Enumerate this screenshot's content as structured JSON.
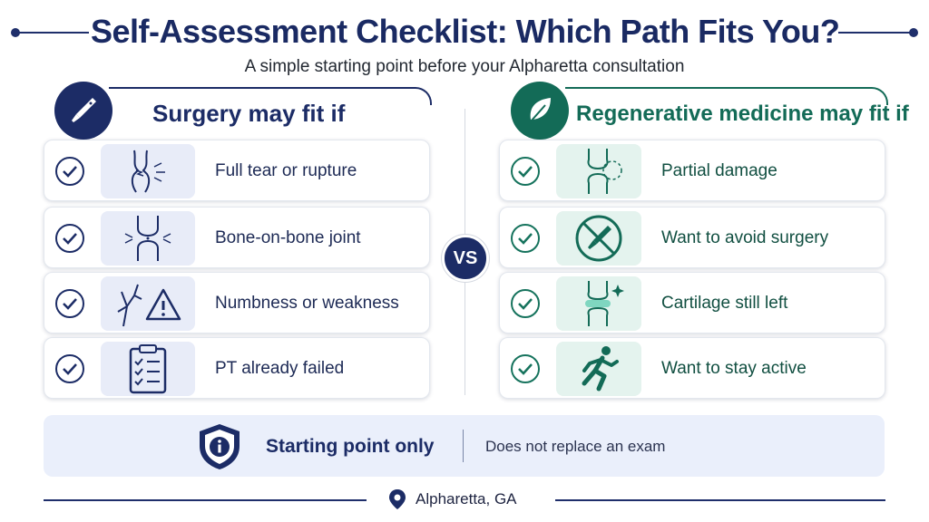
{
  "header": {
    "title": "Self-Assessment Checklist: Which Path Fits You?",
    "subtitle": "A simple starting point before your Alpharetta consultation"
  },
  "left_column": {
    "heading": "Surgery may fit if",
    "icon": "scalpel-icon",
    "items": [
      {
        "label": "Full tear or rupture",
        "icon": "torn-tendon-icon"
      },
      {
        "label": "Bone-on-bone joint",
        "icon": "knee-joint-icon"
      },
      {
        "label": "Numbness or weakness",
        "icon": "nerve-warning-icon"
      },
      {
        "label": "PT already failed",
        "icon": "clipboard-checklist-icon"
      }
    ]
  },
  "right_column": {
    "heading": "Regenerative medicine may fit if",
    "icon": "leaf-icon",
    "items": [
      {
        "label": "Partial damage",
        "icon": "partial-joint-icon"
      },
      {
        "label": "Want to avoid surgery",
        "icon": "no-scalpel-icon"
      },
      {
        "label": "Cartilage still left",
        "icon": "cartilage-joint-icon"
      },
      {
        "label": "Want to stay active",
        "icon": "runner-icon"
      }
    ]
  },
  "versus": {
    "label": "VS"
  },
  "footer": {
    "title": "Starting point only",
    "note": "Does not replace an exam",
    "icon": "info-shield-icon"
  },
  "location": {
    "label": "Alpharetta, GA",
    "icon": "map-pin-icon"
  },
  "colors": {
    "navy": "#1c2c66",
    "green": "#136b57",
    "panel": "#eaeffb"
  }
}
